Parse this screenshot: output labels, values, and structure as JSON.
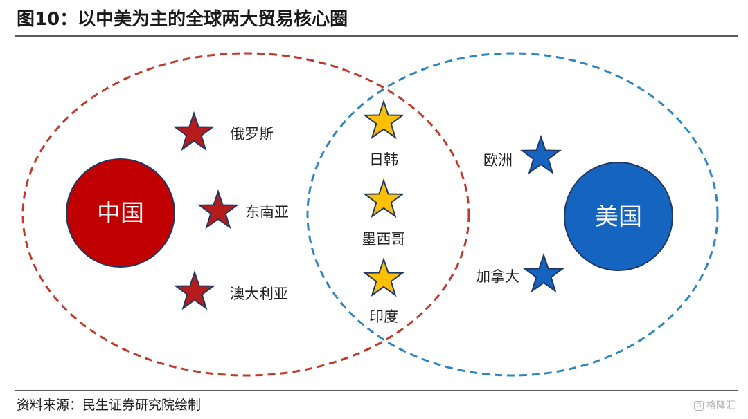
{
  "title": "图10：以中美为主的全球两大贸易核心圈",
  "source": "资料来源：民生证券研究院绘制",
  "watermark": "格隆汇",
  "colors": {
    "china_red": "#c00000",
    "china_star": "#b71c1c",
    "usa_blue": "#1565c0",
    "usa_star": "#1565c0",
    "shared_star": "#ffc000",
    "red_dash": "#c0392b",
    "blue_dash": "#2e86c1"
  },
  "diagram": {
    "hubs": {
      "china": "中国",
      "usa": "美国"
    },
    "china_partners": [
      "俄罗斯",
      "东南亚",
      "澳大利亚"
    ],
    "shared_partners": [
      "日韩",
      "墨西哥",
      "印度"
    ],
    "usa_partners": [
      "欧洲",
      "加拿大"
    ]
  }
}
